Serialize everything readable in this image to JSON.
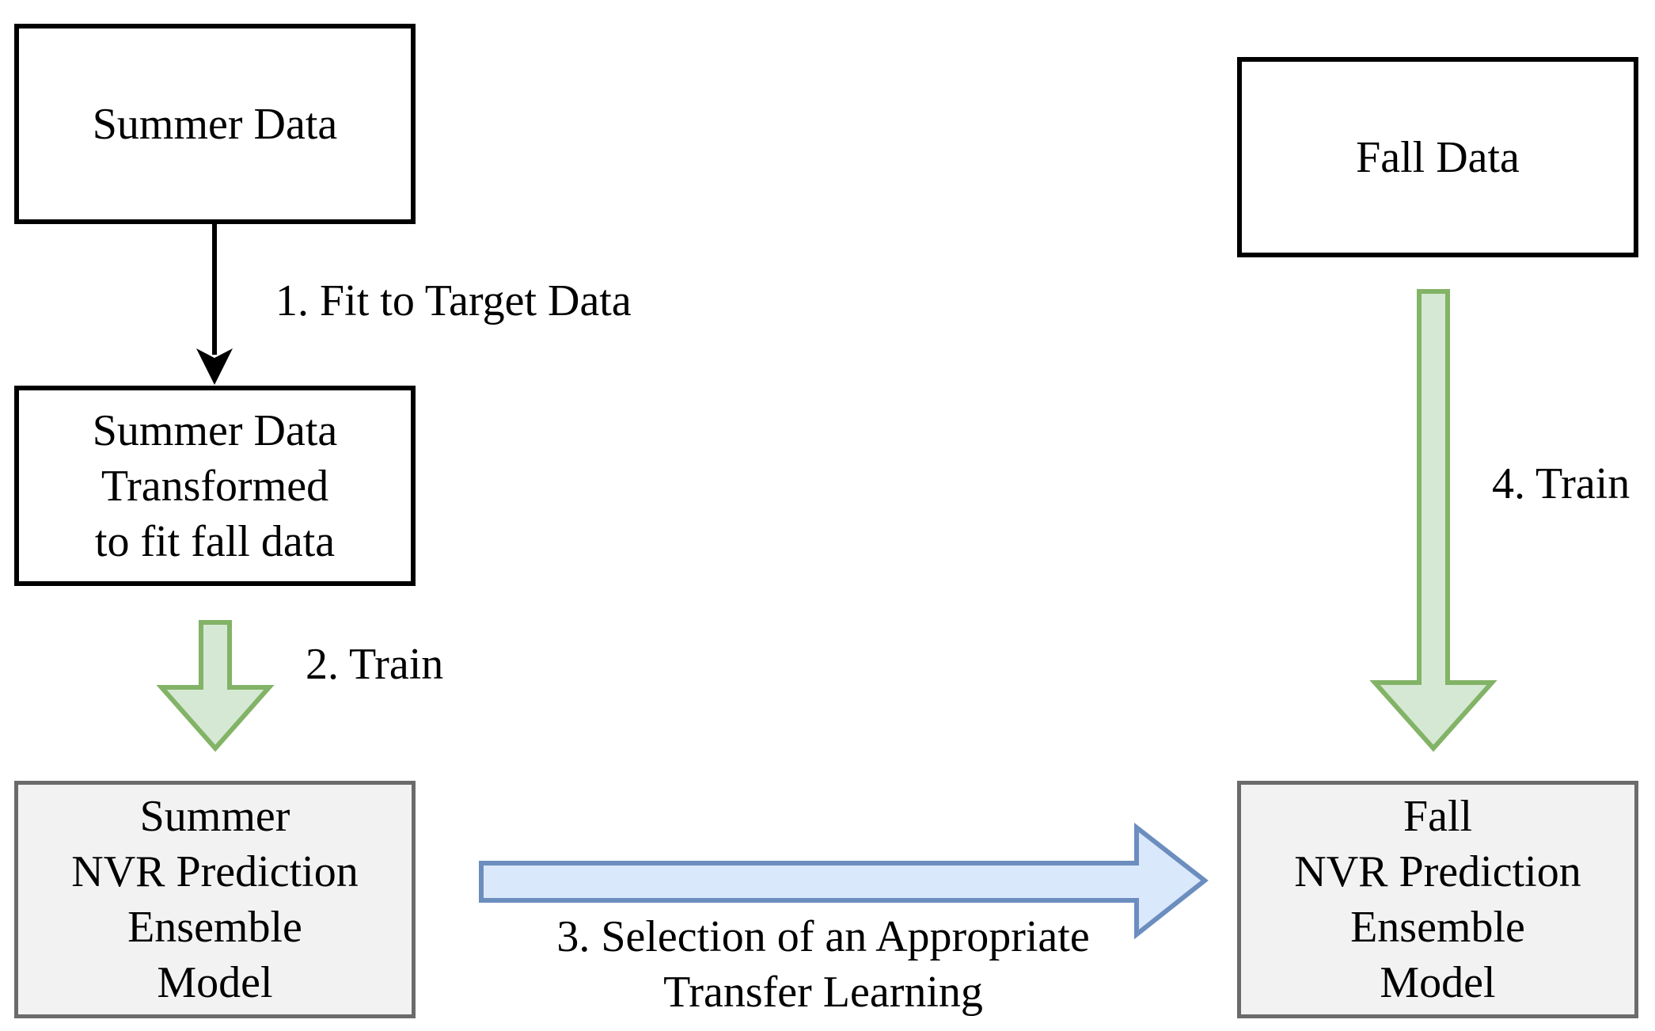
{
  "boxes": {
    "summer_data": {
      "lines": [
        "Summer Data"
      ]
    },
    "summer_transformed": {
      "lines": [
        "Summer Data",
        "Transformed",
        "to fit fall data"
      ]
    },
    "summer_model": {
      "lines": [
        "Summer",
        "NVR Prediction",
        "Ensemble",
        "Model"
      ]
    },
    "fall_data": {
      "lines": [
        "Fall Data"
      ]
    },
    "fall_model": {
      "lines": [
        "Fall",
        "NVR Prediction",
        "Ensemble",
        "Model"
      ]
    }
  },
  "steps": {
    "step1": "1. Fit to Target Data",
    "step2": "2. Train",
    "step3": {
      "lines": [
        "3. Selection of an Appropriate",
        "Transfer Learning"
      ]
    },
    "step4": "4. Train"
  },
  "colors": {
    "box_border": "#000000",
    "model_border": "#6b6b6b",
    "model_fill": "#f2f2f2",
    "train_arrow_fill": "#d5e8d4",
    "train_arrow_stroke": "#82b366",
    "transfer_arrow_fill": "#dae8fc",
    "transfer_arrow_stroke": "#6c8ebf"
  }
}
